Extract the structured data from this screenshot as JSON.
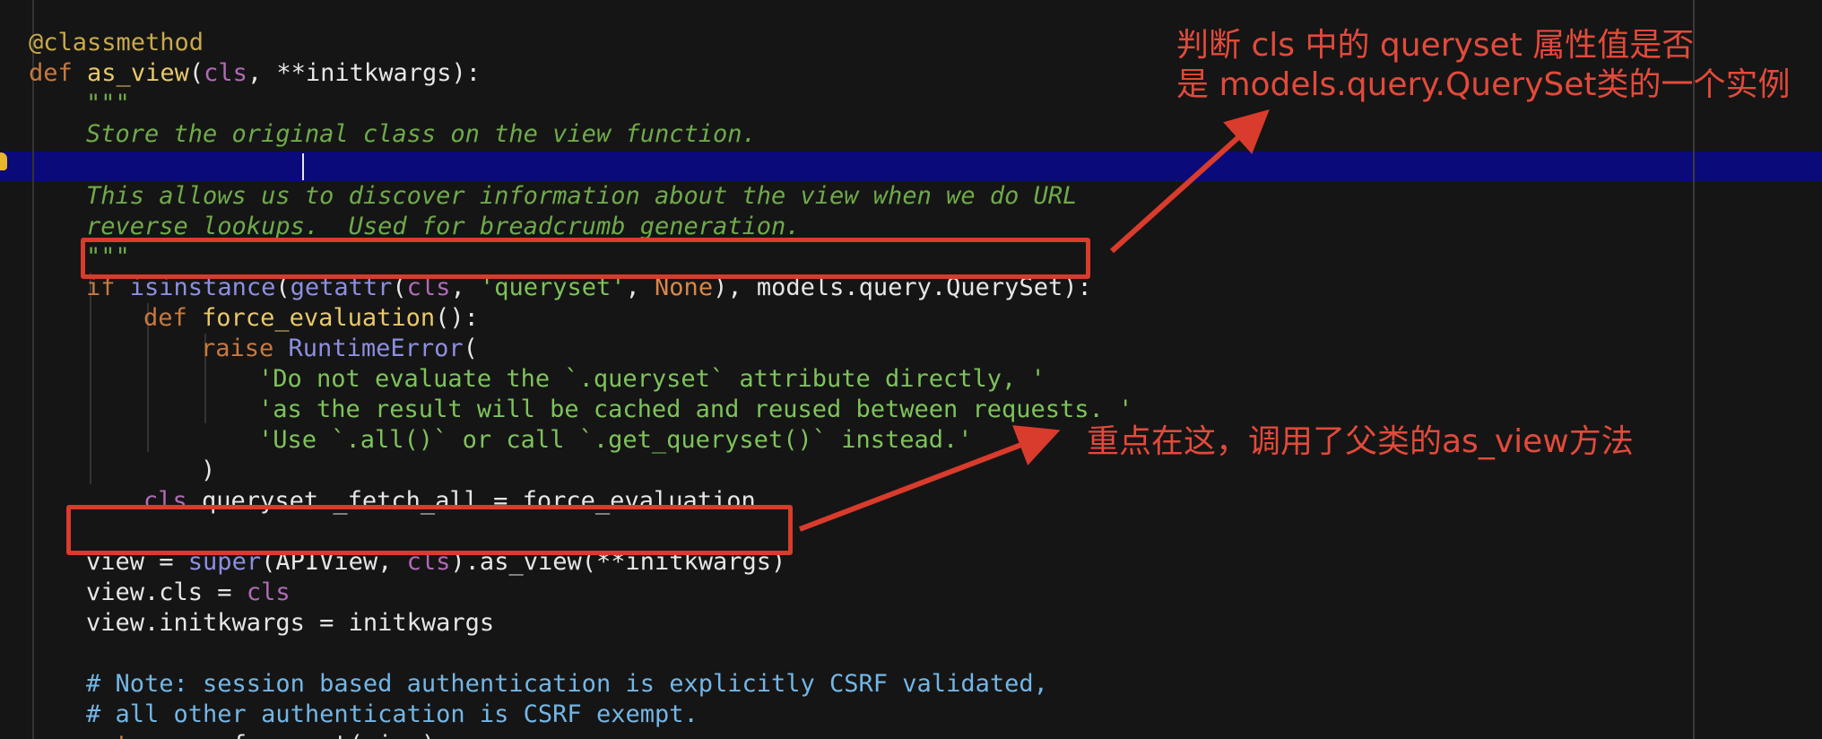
{
  "code": {
    "decorator": "@classmethod",
    "def_kw": "def",
    "func_name": "as_view",
    "paren_open": "(",
    "cls": "cls",
    "params_rest": ", **initkwargs):",
    "doc_quote_open": "\"\"\"",
    "doc_line1": "Store the original class on the view function.",
    "doc_line2a": "This allows us ",
    "doc_line2b": "to discover information about the view when we do URL",
    "doc_line3": "reverse lookups.  Used for breadcrumb generation.",
    "doc_quote_close": "\"\"\"",
    "if_kw": "if",
    "isinstance": "isinstance",
    "getattr": "getattr",
    "comma_sp": ", ",
    "queryset_str": "'queryset'",
    "none_kw": "None",
    "if_rest": "), models.query.QuerySet):",
    "def2_kw": "def",
    "force_eval": "force_evaluation",
    "def2_rest": "():",
    "raise_kw": "raise",
    "runtime_error": "RuntimeError",
    "str1": "'Do not evaluate the `.queryset` attribute directly, '",
    "str2": "'as the result will be cached and reused between requests. '",
    "str3": "'Use `.all()` or call `.get_queryset()` instead.'",
    "close_paren": ")",
    "cls_fetch_rest": ".queryset._fetch_all = force_evaluation",
    "view_assign": "view = ",
    "super": "super",
    "super_args_open": "(APIView, ",
    "super_rest": ").as_view(**initkwargs)",
    "view_cls": "view.cls = ",
    "view_initkwargs": "view.initkwargs = initkwargs",
    "comment1": "# Note: session based authentication is explicitly CSRF validated,",
    "comment2": "# all other authentication is CSRF exempt.",
    "return_kw": "return",
    "return_rest": " csrf_exempt(view)"
  },
  "annotations": {
    "top_line1": "判断 cls 中的 queryset 属性值是否",
    "top_line2": "是 models.query.QuerySet类的一个实例",
    "middle": "重点在这，调用了父类的as_view方法"
  },
  "colors": {
    "annotation_red": "#e24a3a",
    "box_red": "#d93b2c",
    "highlight_line": "#0a0a7a"
  }
}
